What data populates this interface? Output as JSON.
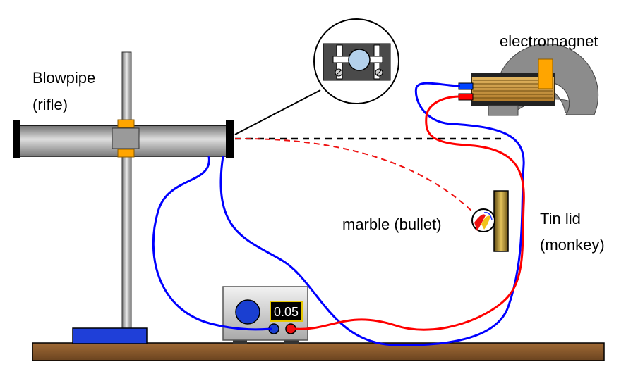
{
  "labels": {
    "blowpipe_line1": "Blowpipe",
    "blowpipe_line2": "(rifle)",
    "electromagnet": "electromagnet",
    "marble": "marble (bullet)",
    "tin_lid_line1": "Tin lid",
    "tin_lid_line2": "(monkey)"
  },
  "power_supply": {
    "display_value": "0.05"
  },
  "colors": {
    "wire_positive": "#ff0000",
    "wire_negative": "#0000ff",
    "clamp_orange": "#ffa500",
    "bench_wood": "#8b5a2b",
    "stand_base": "#0000cc"
  }
}
